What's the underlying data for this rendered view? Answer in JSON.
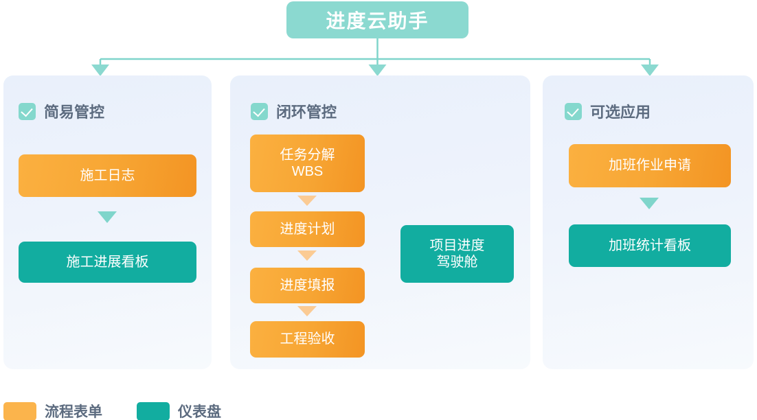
{
  "diagram": {
    "title": "进度云助手",
    "colors": {
      "title_box": "#8bd9d0",
      "form_orange": "#f7a634",
      "dashboard_teal": "#12ada0",
      "card_bg": "#e9f0fb",
      "connector": "#7fd5cb",
      "bracket": "#1ab9ac",
      "header_text": "#5c6b7f"
    },
    "columns": [
      {
        "id": "col-1",
        "checkbox_icon": "checkbox-checked-icon",
        "header": "简易管控",
        "nodes": [
          {
            "label": "施工日志",
            "kind": "form"
          },
          {
            "label": "施工进展看板",
            "kind": "dashboard"
          }
        ]
      },
      {
        "id": "col-2",
        "checkbox_icon": "checkbox-checked-icon",
        "header": "闭环管控",
        "nodes": [
          {
            "label": "任务分解\nWBS",
            "kind": "form"
          },
          {
            "label": "进度计划",
            "kind": "form"
          },
          {
            "label": "进度填报",
            "kind": "form"
          },
          {
            "label": "工程验收",
            "kind": "form"
          },
          {
            "label": "项目进度\n驾驶舱",
            "kind": "dashboard"
          }
        ]
      },
      {
        "id": "col-3",
        "checkbox_icon": "checkbox-checked-icon",
        "header": "可选应用",
        "nodes": [
          {
            "label": "加班作业申请",
            "kind": "form"
          },
          {
            "label": "加班统计看板",
            "kind": "dashboard"
          }
        ]
      }
    ],
    "legend": [
      {
        "label": "流程表单",
        "kind": "form",
        "color": "#fbb44c"
      },
      {
        "label": "仪表盘",
        "kind": "dashboard",
        "color": "#12ada0"
      }
    ]
  }
}
